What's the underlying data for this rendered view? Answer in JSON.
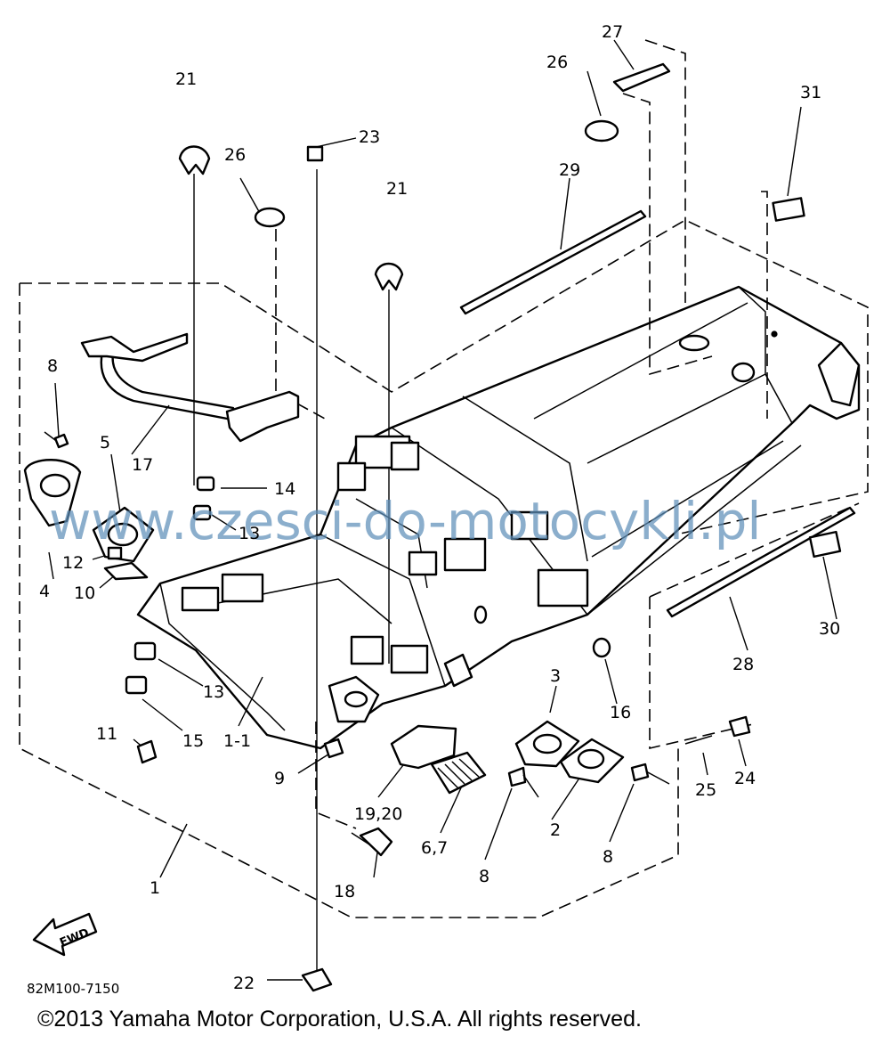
{
  "parts": {
    "p1": "1",
    "p1_1": "1-1",
    "p2": "2",
    "p3": "3",
    "p4": "4",
    "p5": "5",
    "p6_7": "6,7",
    "p8a": "8",
    "p8b": "8",
    "p8c": "8",
    "p9": "9",
    "p10": "10",
    "p11": "11",
    "p12": "12",
    "p13a": "13",
    "p13b": "13",
    "p14": "14",
    "p15": "15",
    "p16": "16",
    "p17": "17",
    "p18": "18",
    "p19_20": "19,20",
    "p21a": "21",
    "p21b": "21",
    "p22": "22",
    "p23": "23",
    "p24": "24",
    "p25": "25",
    "p26a": "26",
    "p26b": "26",
    "p27": "27",
    "p28": "28",
    "p29": "29",
    "p30": "30",
    "p31": "31"
  },
  "diagram_code": "82M100-7150",
  "fwd_label": "FWD",
  "watermark": "www.czesci-do-motocykli.pl",
  "copyright": "©2013 Yamaha Motor Corporation, U.S.A. All rights reserved."
}
